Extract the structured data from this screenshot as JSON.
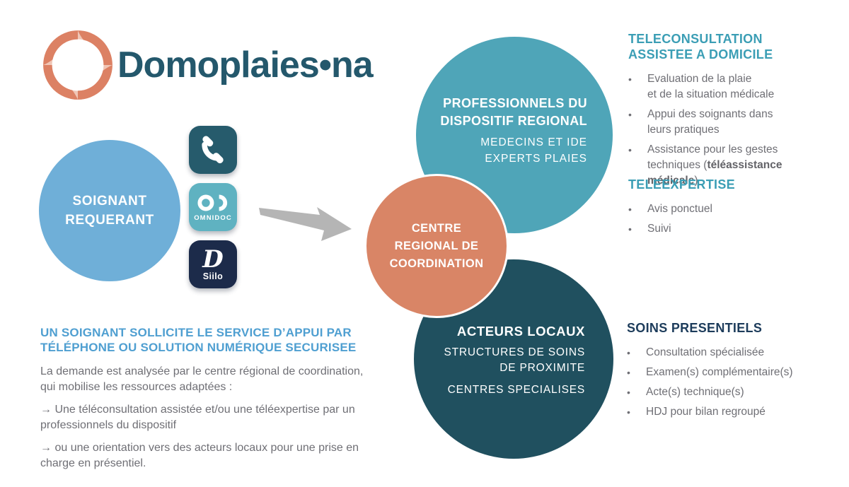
{
  "glyphs": {
    "bullet": "•",
    "arrow": "→"
  },
  "colors": {
    "blue_circle": "#6FAFD8",
    "teal_circle": "#4FA5B8",
    "dark_circle": "#20505F",
    "orange_circle": "#D98566",
    "phone_tile": "#265B6C",
    "omnidoc_tile": "#5FB2C1",
    "siilo_tile": "#1C2B4A",
    "teal_heading": "#3B9EB5",
    "blue_heading": "#4F9FD1",
    "navy_heading": "#1D3C5B",
    "body_gray": "#6F6F75",
    "arrow_gray": "#B5B5B5",
    "logo_text": "#24586C",
    "logo_swirl_dark": "#DC8164",
    "logo_swirl_light": "#F0C6B6"
  },
  "logo": {
    "brand": "Domoplaies•na"
  },
  "flow": {
    "requester_circle": {
      "lines": [
        "SOIGNANT",
        "REQUERANT"
      ]
    },
    "channels": [
      {
        "name": "phone-app"
      },
      {
        "name": "omnidoc-app",
        "label": "OMNIDOC"
      },
      {
        "name": "siilo-app",
        "letter": "D",
        "label": "Siilo"
      }
    ],
    "center_circle": {
      "lines": [
        "CENTRE",
        "REGIONAL DE",
        "COORDINATION"
      ]
    },
    "professionals_circle": {
      "title_lines": [
        "PROFESSIONNELS DU",
        "DISPOSITIF REGIONAL"
      ],
      "subtitle_lines": [
        "MEDECINS ET IDE",
        "EXPERTS PLAIES"
      ]
    },
    "local_actors_circle": {
      "title": "ACTEURS LOCAUX",
      "subtitle_lines": [
        "STRUCTURES DE SOINS",
        "DE PROXIMITE"
      ],
      "subtitle2": "CENTRES SPECIALISES"
    }
  },
  "right_column": {
    "teleconsultation": {
      "title_lines": [
        "TELECONSULTATION",
        "ASSISTEE A DOMICILE"
      ],
      "bullets": [
        {
          "lines": [
            [
              {
                "t": "Evaluation de la plaie"
              }
            ],
            [
              {
                "t": "et de la situation médicale"
              }
            ]
          ]
        },
        {
          "lines": [
            [
              {
                "t": "Appui des soignants dans"
              }
            ],
            [
              {
                "t": "leurs pratiques"
              }
            ]
          ]
        },
        {
          "lines": [
            [
              {
                "t": "Assistance pour les gestes"
              }
            ],
            [
              {
                "t": "techniques ("
              },
              {
                "t": "téléassistance",
                "b": true
              }
            ],
            [
              {
                "t": "médicale",
                "b": true
              },
              {
                "t": ")"
              }
            ]
          ]
        }
      ]
    },
    "teleexpertise": {
      "title_lines": [
        "TELEEXPERTISE"
      ],
      "bullets": [
        {
          "lines": [
            [
              {
                "t": "Avis ponctuel"
              }
            ]
          ]
        },
        {
          "lines": [
            [
              {
                "t": "Suivi"
              }
            ]
          ]
        }
      ]
    },
    "soins": {
      "title_lines": [
        "SOINS PRESENTIELS"
      ],
      "bullets": [
        {
          "lines": [
            [
              {
                "t": "Consultation spécialisée"
              }
            ]
          ]
        },
        {
          "lines": [
            [
              {
                "t": "Examen(s) complémentaire(s)"
              }
            ]
          ]
        },
        {
          "lines": [
            [
              {
                "t": "Acte(s) technique(s)"
              }
            ]
          ]
        },
        {
          "lines": [
            [
              {
                "t": "HDJ pour bilan regroupé"
              }
            ]
          ]
        }
      ]
    }
  },
  "bottom_left": {
    "heading_lines": [
      "UN SOIGNANT SOLLICITE LE SERVICE D’APPUI PAR",
      "TÉLÉPHONE OU SOLUTION NUMÉRIQUE SECURISEE"
    ],
    "paragraph": "La demande est analysée par le centre régional de coordination, qui mobilise les ressources adaptées :",
    "arrow_items": [
      "Une téléconsultation assistée et/ou une téléexpertise par un professionnels du dispositif",
      "ou une orientation vers des acteurs locaux pour une prise en charge en présentiel."
    ]
  }
}
